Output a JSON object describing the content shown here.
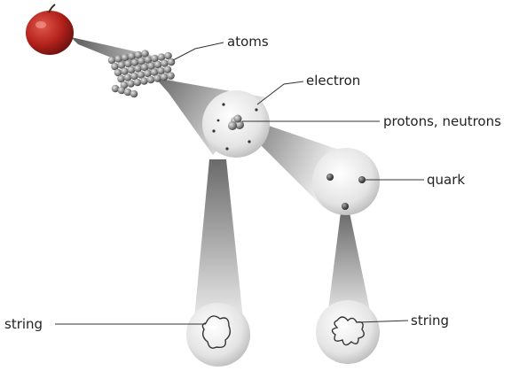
{
  "labels": {
    "atoms": "atoms",
    "electron": "electron",
    "protons_neutrons": "protons, neutrons",
    "quark": "quark",
    "string_left": "string",
    "string_right": "string"
  },
  "colors": {
    "apple": "#c0261e",
    "beam_dark": "#666666",
    "beam_light": "#ececec",
    "sphere": "#e6e6e6",
    "particle": "#3a3a3a",
    "leader_line": "#333333"
  }
}
